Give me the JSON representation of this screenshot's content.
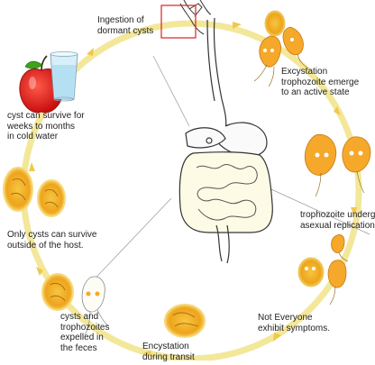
{
  "diagram": {
    "labels": {
      "ingestion": "Ingestion of\ndormant cysts",
      "excystation": "Excystation\ntrophozoite emerge\nto an active state",
      "replication": "trophozoite undergo\nasexual replication",
      "symptoms": "Not Everyone\nexhibit symptoms.",
      "encystation": "Encystation\nduring transit",
      "expelled": "cysts and\ntrophozoites\nexpelled in\nthe feces",
      "survive_outside": "Only cysts can survive\noutside of the host.",
      "cold_water": "cyst can survive for\nweeks to months\nin cold water"
    },
    "colors": {
      "cycle": "#f3e79a",
      "arrow": "#f0c84a",
      "cyst_fill": "#f2b428",
      "cyst_rim": "#f7d877",
      "trophozoite": "#f5a82a",
      "apple": "#e31a1a",
      "stem": "#3da31b",
      "highlight_box": "#dd2020",
      "organ_outline": "#333333"
    },
    "icons": [
      "apple-icon",
      "water-glass-icon",
      "hand-drinking-icon",
      "digestive-tract-icon",
      "cyst-icon",
      "trophozoite-icon"
    ]
  }
}
